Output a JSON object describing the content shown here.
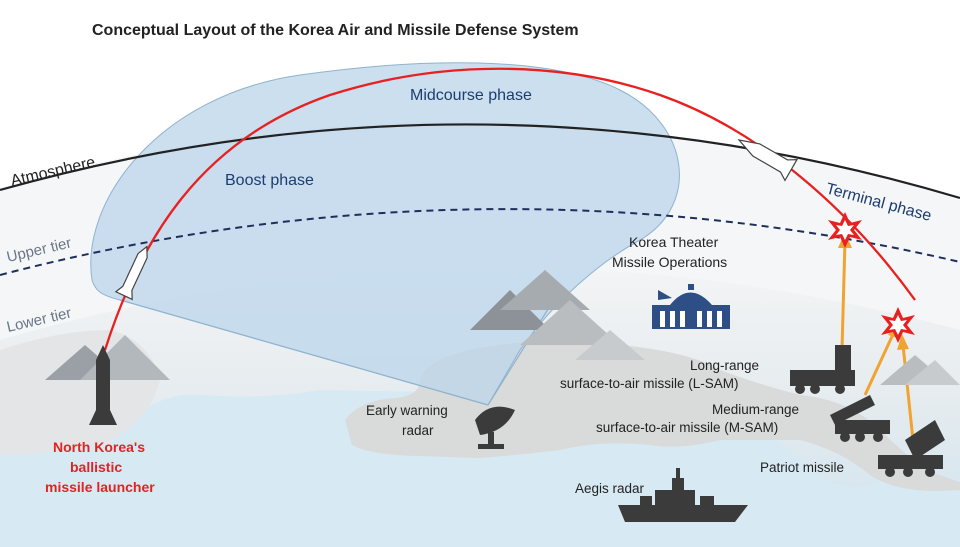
{
  "title": "Conceptual Layout of the Korea Air and Missile Defense System",
  "layers": {
    "atmosphere": "Atmosphere",
    "upper_tier": "Upper tier",
    "lower_tier": "Lower tier"
  },
  "phases": {
    "boost": "Boost phase",
    "midcourse": "Midcourse phase",
    "terminal": "Terminal phase"
  },
  "launcher": {
    "line1": "North Korea's",
    "line2": "ballistic",
    "line3": "missile launcher"
  },
  "early_warning": {
    "line1": "Early warning",
    "line2": "radar"
  },
  "ktmo": {
    "line1": "Korea Theater",
    "line2": "Missile Operations"
  },
  "lsam": {
    "line1": "Long-range",
    "line2": "surface-to-air missile (L-SAM)"
  },
  "msam": {
    "line1": "Medium-range",
    "line2": "surface-to-air missile (M-SAM)"
  },
  "patriot": "Patriot missile",
  "aegis": "Aegis radar",
  "colors": {
    "trajectory": "#e8201f",
    "coverage": "#bcd6ea",
    "interceptor": "#f0a330",
    "sea": "#d7e9f3",
    "land": "#d9dada",
    "silhouette": "#3b3b3b"
  }
}
